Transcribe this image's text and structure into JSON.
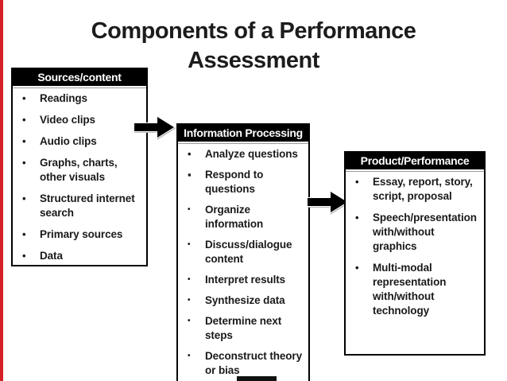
{
  "title": "Components of a Performance\nAssessment",
  "colors": {
    "accent_red": "#d42127",
    "header_bg": "#000000",
    "header_text": "#ffffff",
    "body_text": "#1a1a1a",
    "bottom_mark": "#111111"
  },
  "boxes": [
    {
      "header": "Sources/content",
      "items": [
        {
          "bullet": "•",
          "text": "Readings"
        },
        {
          "bullet": "•",
          "text": "Video clips"
        },
        {
          "bullet": "•",
          "text": "Audio clips"
        },
        {
          "bullet": "•",
          "text": "Graphs, charts,\nother visuals"
        },
        {
          "bullet": "•",
          "text": "Structured internet\nsearch"
        },
        {
          "bullet": "•",
          "text": "Primary sources"
        },
        {
          "bullet": "•",
          "text": "Data"
        }
      ]
    },
    {
      "header": "Information Processing",
      "items": [
        {
          "bullet": "•",
          "text": "Analyze questions"
        },
        {
          "bullet": "▪",
          "text": "Respond to\nquestions"
        },
        {
          "bullet": "•",
          "text": "Organize\ninformation"
        },
        {
          "bullet": "•",
          "text": "Discuss/dialogue\ncontent"
        },
        {
          "bullet": "•",
          "text": "Interpret results"
        },
        {
          "bullet": "•",
          "text": "Synthesize data"
        },
        {
          "bullet": "•",
          "text": "Determine next\nsteps"
        },
        {
          "bullet": "•",
          "text": "Deconstruct theory\nor bias"
        }
      ]
    },
    {
      "header": "Product/Performance",
      "items": [
        {
          "bullet": "•",
          "text": "Essay, report, story,\nscript, proposal"
        },
        {
          "bullet": "•",
          "text": "Speech/presentation\nwith/without\ngraphics"
        },
        {
          "bullet": "•",
          "text": "Multi-modal\nrepresentation\nwith/without\ntechnology"
        }
      ]
    }
  ]
}
